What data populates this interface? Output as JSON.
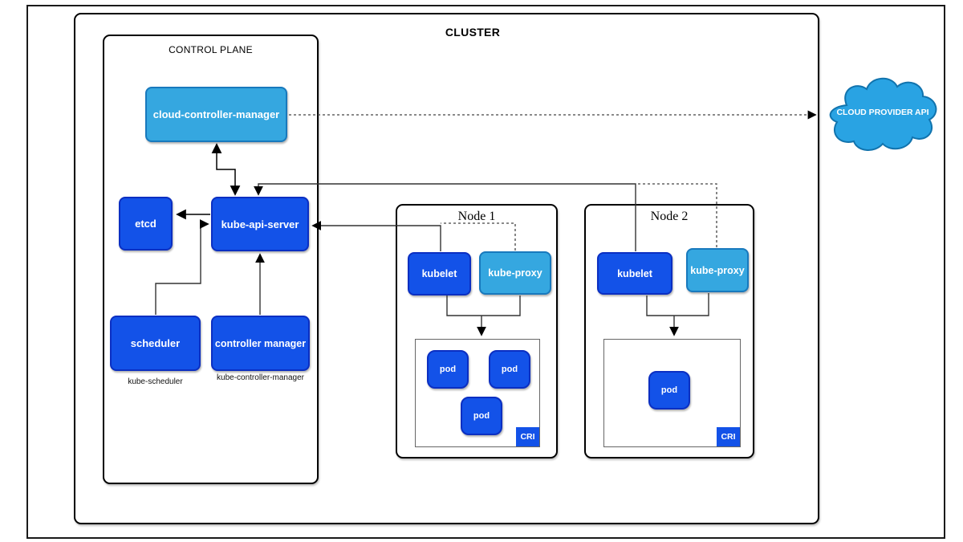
{
  "colors": {
    "dark_blue": "#1352e8",
    "dark_blue_border": "#0b2fc2",
    "light_blue": "#35a7e0",
    "light_blue_border": "#1879bd",
    "cloud_fill": "#29a3e3",
    "cloud_border": "#1173ad",
    "wire": "#333333"
  },
  "cluster": {
    "label": "CLUSTER"
  },
  "control_plane": {
    "label": "CONTROL PLANE",
    "cloud_controller_manager": {
      "label": "cloud-controller-manager"
    },
    "etcd": {
      "label": "etcd"
    },
    "kube_api_server": {
      "label": "kube-api-server"
    },
    "scheduler": {
      "label": "scheduler",
      "sublabel": "kube-scheduler"
    },
    "controller_manager": {
      "label": "controller manager",
      "sublabel": "kube-controller-manager"
    }
  },
  "nodes": [
    {
      "label": "Node 1",
      "kubelet": "kubelet",
      "kube_proxy": "kube-proxy",
      "cri_label": "CRI",
      "pods": [
        "pod",
        "pod",
        "pod"
      ]
    },
    {
      "label": "Node 2",
      "kubelet": "kubelet",
      "kube_proxy": "kube-proxy",
      "cri_label": "CRI",
      "pods": [
        "pod"
      ]
    }
  ],
  "external": {
    "cloud_provider_api": "CLOUD PROVIDER API"
  }
}
